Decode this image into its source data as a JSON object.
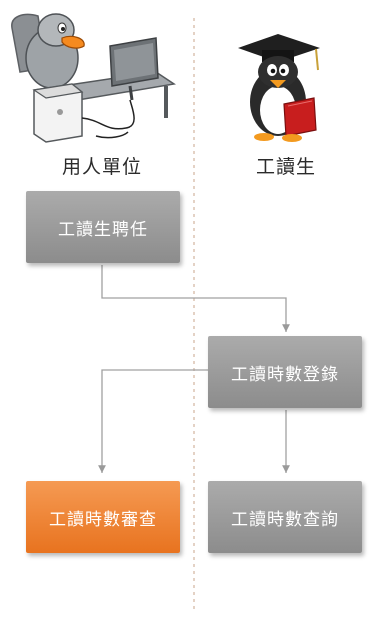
{
  "lanes": {
    "employer": {
      "label": "用人單位",
      "icon": "penguin-at-computer-icon"
    },
    "student": {
      "label": "工讀生",
      "icon": "graduate-penguin-icon"
    }
  },
  "nodes": {
    "hire": {
      "label": "工讀生聘任"
    },
    "hours_entry": {
      "label": "工讀時數登錄"
    },
    "hours_review": {
      "label": "工讀時數審查",
      "color": "#ee7f2d"
    },
    "hours_query": {
      "label": "工讀時數查詢"
    }
  },
  "edges": [
    {
      "from": "hire",
      "to": "hours_entry"
    },
    {
      "from": "hours_entry",
      "to": "hours_review"
    },
    {
      "from": "hours_entry",
      "to": "hours_query"
    }
  ]
}
